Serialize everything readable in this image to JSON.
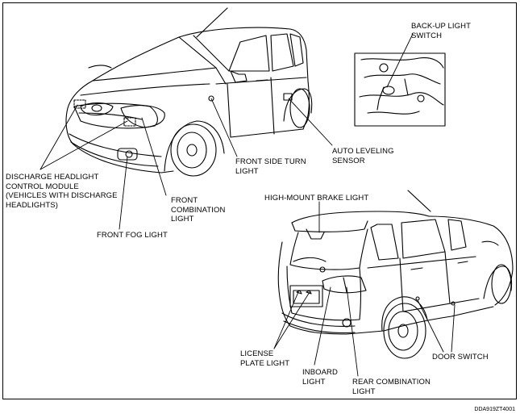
{
  "labels": {
    "backup_light_switch": [
      "BACK-UP LIGHT",
      "SWITCH"
    ],
    "discharge_module": [
      "DISCHARGE HEADLIGHT",
      "CONTROL MODULE",
      "(VEHICLES WITH DISCHARGE",
      "HEADLIGHTS)"
    ],
    "front_fog_light": [
      "FRONT FOG LIGHT"
    ],
    "front_combination_light": [
      "FRONT",
      "COMBINATION",
      "LIGHT"
    ],
    "front_side_turn_light": [
      "FRONT SIDE TURN",
      "LIGHT"
    ],
    "auto_leveling_sensor": [
      "AUTO LEVELING",
      "SENSOR"
    ],
    "high_mount_brake_light": [
      "HIGH-MOUNT BRAKE LIGHT"
    ],
    "license_plate_light": [
      "LICENSE",
      "PLATE LIGHT"
    ],
    "inboard_light": [
      "INBOARD",
      "LIGHT"
    ],
    "rear_combination_light": [
      "REAR COMBINATION",
      "LIGHT"
    ],
    "door_switch": [
      "DOOR SWITCH"
    ]
  },
  "reference_code": "DDA919ZT4001"
}
